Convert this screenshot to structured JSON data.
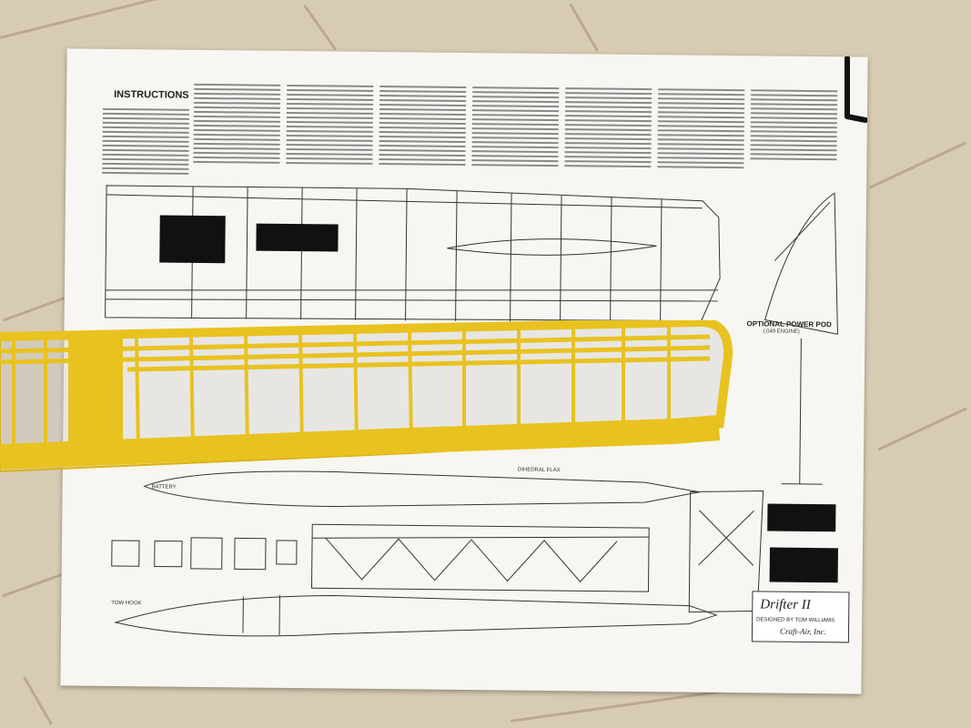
{
  "photo_subject": "Balsa glider wing framework laid over printed model airplane plans on a tile floor",
  "plan": {
    "instructions_heading": "INSTRUCTIONS",
    "power_pod_label": "OPTIONAL POWER POD",
    "power_pod_sublabel": "(.049 ENGINE)",
    "dihedral_label": "DIHEDRAL FLAX",
    "tow_hook_label": "TOW HOOK",
    "battery_label": "BATTERY",
    "title_block": {
      "model_name": "Drifter II",
      "designer_line": "DESIGNED BY TOM WILLIAMS",
      "brand": "Craft-Air, Inc."
    }
  },
  "colors": {
    "floor_tile": "#d8cbb3",
    "grout": "#b9a98f",
    "paper": "#f7f6f2",
    "wing_yellow": "#e8c21f",
    "ink": "#333333"
  }
}
